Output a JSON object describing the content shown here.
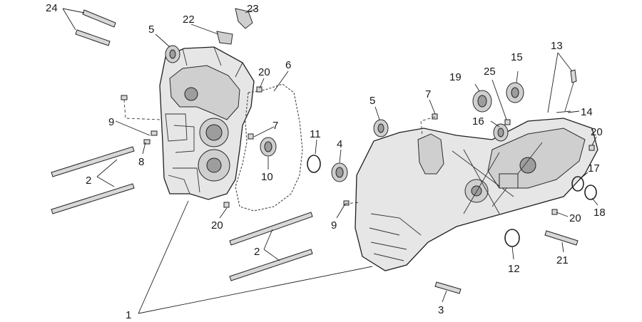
{
  "callouts": [
    {
      "id": "c24",
      "text": "24"
    },
    {
      "id": "c22",
      "text": "22"
    },
    {
      "id": "c23",
      "text": "23"
    },
    {
      "id": "c5a",
      "text": "5"
    },
    {
      "id": "c20a",
      "text": "20"
    },
    {
      "id": "c6",
      "text": "6"
    },
    {
      "id": "c9a",
      "text": "9"
    },
    {
      "id": "c8",
      "text": "8"
    },
    {
      "id": "c2a",
      "text": "2"
    },
    {
      "id": "c7a",
      "text": "7"
    },
    {
      "id": "c10",
      "text": "10"
    },
    {
      "id": "c11",
      "text": "11"
    },
    {
      "id": "c4",
      "text": "4"
    },
    {
      "id": "c20b",
      "text": "20"
    },
    {
      "id": "c1",
      "text": "1"
    },
    {
      "id": "c2b",
      "text": "2"
    },
    {
      "id": "c9b",
      "text": "9"
    },
    {
      "id": "c5b",
      "text": "5"
    },
    {
      "id": "c7b",
      "text": "7"
    },
    {
      "id": "c16",
      "text": "16"
    },
    {
      "id": "c19",
      "text": "19"
    },
    {
      "id": "c25",
      "text": "25"
    },
    {
      "id": "c15",
      "text": "15"
    },
    {
      "id": "c13",
      "text": "13"
    },
    {
      "id": "c14",
      "text": "14"
    },
    {
      "id": "c20c",
      "text": "20"
    },
    {
      "id": "c17",
      "text": "17"
    },
    {
      "id": "c18",
      "text": "18"
    },
    {
      "id": "c20d",
      "text": "20"
    },
    {
      "id": "c12",
      "text": "12"
    },
    {
      "id": "c21",
      "text": "21"
    },
    {
      "id": "c3",
      "text": "3"
    }
  ],
  "colors": {
    "line": "#1f1f1f",
    "case_fill": "#e6e6e6",
    "shade_fill": "#cfcfcf",
    "background": "#ffffff"
  }
}
